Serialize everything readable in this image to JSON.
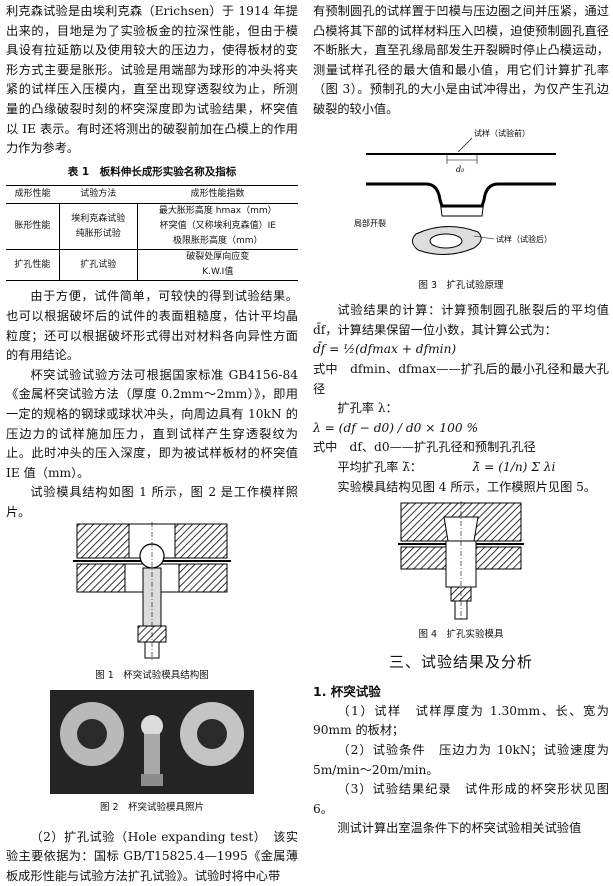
{
  "left": {
    "p1": "利克森试验是由埃利克森（Erichsen）于 1914 年提出来的，目地是为了实验板金的拉深性能，但由于模具设有拉延筋以及使用较大的压边力，使得板材的变形方式主要是胀形。试验是用端部为球形的冲头将夹紧的试样压入压模内，直至出现穿透裂纹为止，所测量的凸缘破裂时刻的杯突深度即为试验结果，杯突值以 IE 表示。有时还将测出的破裂前加在凸模上的作用力作为参考。",
    "table1": {
      "caption": "表 1　板料伸长成形实验名称及指标",
      "headers": [
        "成形性能",
        "试验方法",
        "成形性能指数"
      ],
      "rows": [
        {
          "perf": "胀形性能",
          "method": "埃利克森试验\n纯胀形试验",
          "indices": [
            "最大胀形高度 hmax（mm）",
            "杯突值（又称埃利克森值）IE",
            "极限胀形高度（mm）"
          ]
        },
        {
          "perf": "扩孔性能",
          "method": "扩孔试验",
          "indices": [
            "破裂处厚向应变",
            "K.W.I值"
          ]
        }
      ]
    },
    "p2": "由于方便，试件简单，可较快的得到试验结果。也可以根据破坏后的试件的表面粗糙度，估计平均晶粒度；还可以根据破坏形式得出对材料各向异性方面的有用结论。",
    "p3": "杯突试验试验方法可根据国家标准 GB4156-84《金属杯突试验方法（厚度 0.2mm～2mm）》，即用一定的规格的钢球或球状冲头，向周边具有 10kN 的压边力的试样施加压力，直到试样产生穿透裂纹为止。此时冲头的压入深度，即为被试样板材的杯突值 IE 值（mm）。",
    "p4": "试验模具结构如图 1 所示，图 2 是工作模样照片。",
    "fig1_caption": "图 1　杯突试验模具结构图",
    "fig2_caption": "图 2　杯突试验模具照片",
    "p5": "（2）扩孔试验（Hole expanding test）　该实验主要依据为：国标 GB/T15825.4—1995《金属薄板成形性能与试验方法扩孔试验》。试验时将中心带"
  },
  "right": {
    "p1": "有预制圆孔的试样置于凹模与压边圈之间并压紧，通过凸模将其下部的试样材料压入凹模，迫使预制圆孔直径不断胀大，直至孔缘局部发生开裂瞬时停止凸模运动，测量试样孔径的最大值和最小值，用它们计算扩孔率（图 3）。预制孔的大小是由试冲得出，为仅产生孔边破裂的较小值。",
    "fig3_labels": {
      "sample_before": "试样（试验前）",
      "d0": "d₀",
      "local_crack": "局部开裂",
      "sample_after": "试样（试验后）"
    },
    "fig3_caption": "图 3　扩孔试验原理",
    "p2": "试验结果的计算：计算预制圆孔胀裂后的平均值 d̄f，计算结果保留一位小数，其计算公式为：",
    "eq1": "d̄f = ½(dfmax + dfmin)",
    "where1": "式中　dfmin、dfmax——扩孔后的最小孔径和最大孔径",
    "where1b": "扩孔率 λ：",
    "eq2": "λ = (df − d0) / d0 × 100 %",
    "where2": "式中　df、d0——扩孔孔径和预制孔孔径",
    "where2b": "平均扩孔率 λ̄：",
    "eq3": "λ̄ = (1/n) Σ λi",
    "p3": "实验模具结构见图 4 所示，工作模照片见图 5。",
    "fig4_caption": "图 4　扩孔实验模具",
    "section_title": "三、试验结果及分析",
    "sub1": "1. 杯突试验",
    "items": [
      "（1）试样　试样厚度为 1.30mm、长、宽为 90mm 的板材；",
      "（2）试验条件　压边力为 10kN；试验速度为 5m/min～20m/min。",
      "（3）试验结果纪录　试件形成的杯突形状见图 6。",
      "测试计算出室温条件下的杯突试验相关试验值"
    ]
  }
}
